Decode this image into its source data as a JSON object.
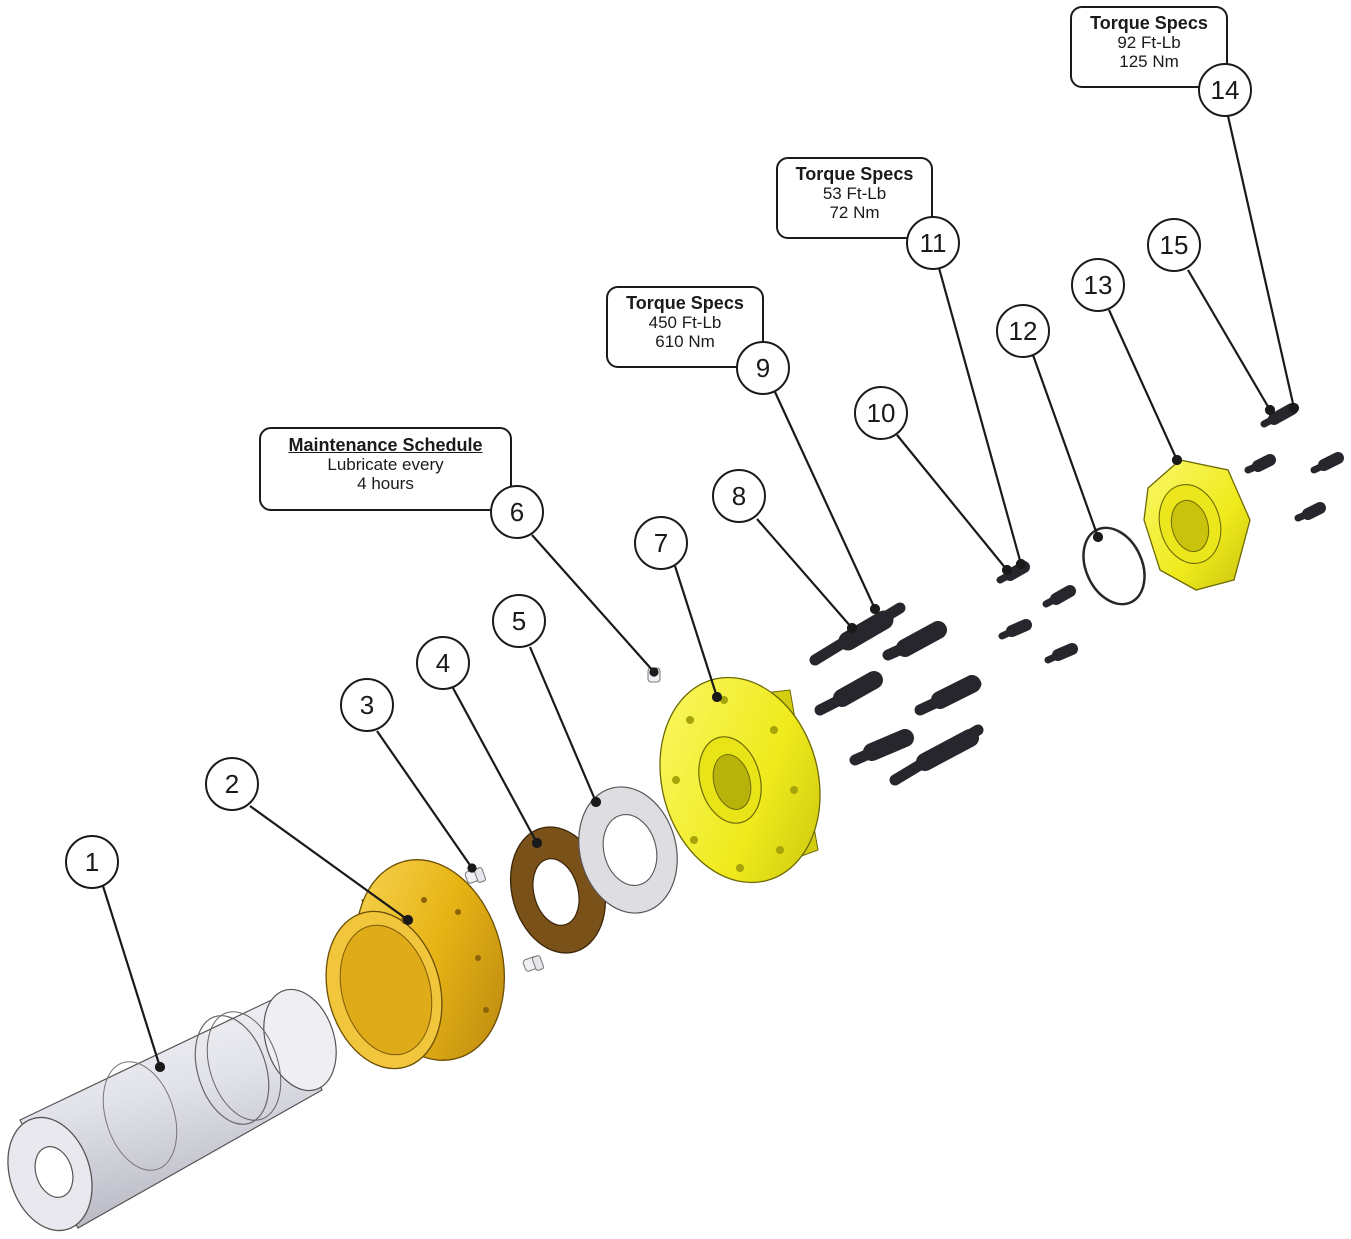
{
  "balloons": [
    "1",
    "2",
    "3",
    "4",
    "5",
    "6",
    "7",
    "8",
    "9",
    "10",
    "11",
    "12",
    "13",
    "14",
    "15"
  ],
  "notes": {
    "maintenance": {
      "title": "Maintenance Schedule",
      "line1": "Lubricate every",
      "line2": "4 hours"
    },
    "torque_9": {
      "title": "Torque Specs",
      "line1": "450 Ft-Lb",
      "line2": "610 Nm"
    },
    "torque_11": {
      "title": "Torque Specs",
      "line1": "53 Ft-Lb",
      "line2": "72 Nm"
    },
    "torque_14": {
      "title": "Torque Specs",
      "line1": "92 Ft-Lb",
      "line2": "125 Nm"
    }
  },
  "colors": {
    "shaft": "#e4e4ec",
    "bushing": "#e8b416",
    "brown_washer": "#6f4a14",
    "gasket": "#dcdcdc",
    "yellow_flange": "#f2ee1e",
    "bolts": "#26262c",
    "line": "#1a1a1a"
  }
}
